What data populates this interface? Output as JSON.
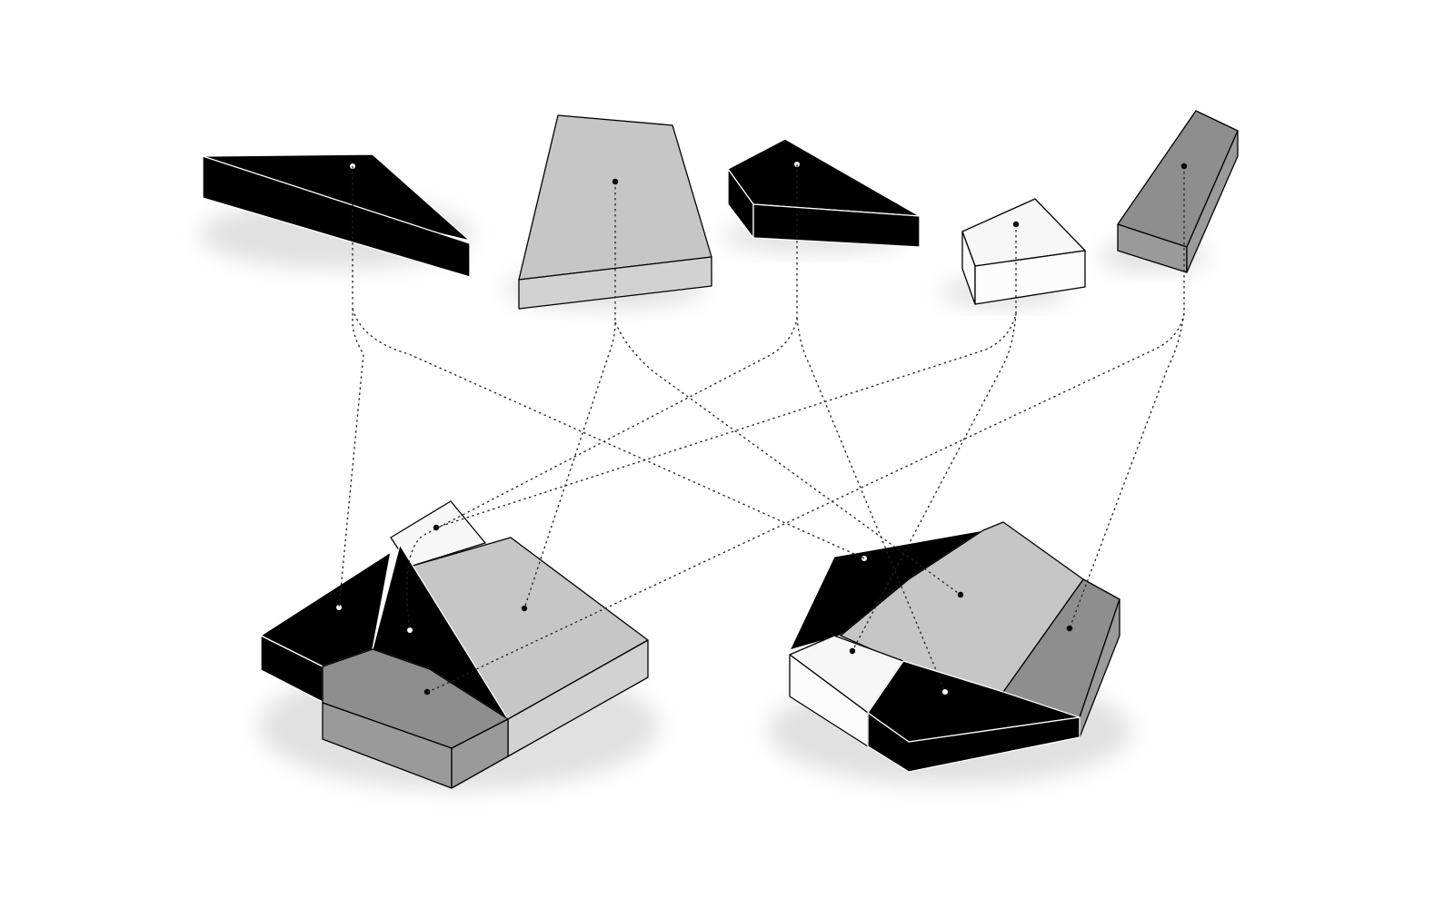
{
  "colors": {
    "black": "#000000",
    "light_gray": "#c6c6c6",
    "light_gray_side": "#d2d2d2",
    "dark_gray": "#8e8e8e",
    "dark_gray_side": "#9a9a9a",
    "white_piece": "#f7f7f7",
    "white_piece_side": "#fcfcfc",
    "background": "#ffffff"
  },
  "pieces": [
    {
      "name": "black-triangle-slab",
      "color": "black"
    },
    {
      "name": "light-gray-trapezoid-slab",
      "color": "light_gray"
    },
    {
      "name": "black-wedge-block",
      "color": "black"
    },
    {
      "name": "white-pentagon-block",
      "color": "white_piece"
    },
    {
      "name": "dark-gray-bar-block",
      "color": "dark_gray"
    }
  ],
  "assemblies": [
    {
      "name": "left-square-assembly",
      "part_count": 5
    },
    {
      "name": "right-hexagon-assembly",
      "part_count": 5
    }
  ]
}
